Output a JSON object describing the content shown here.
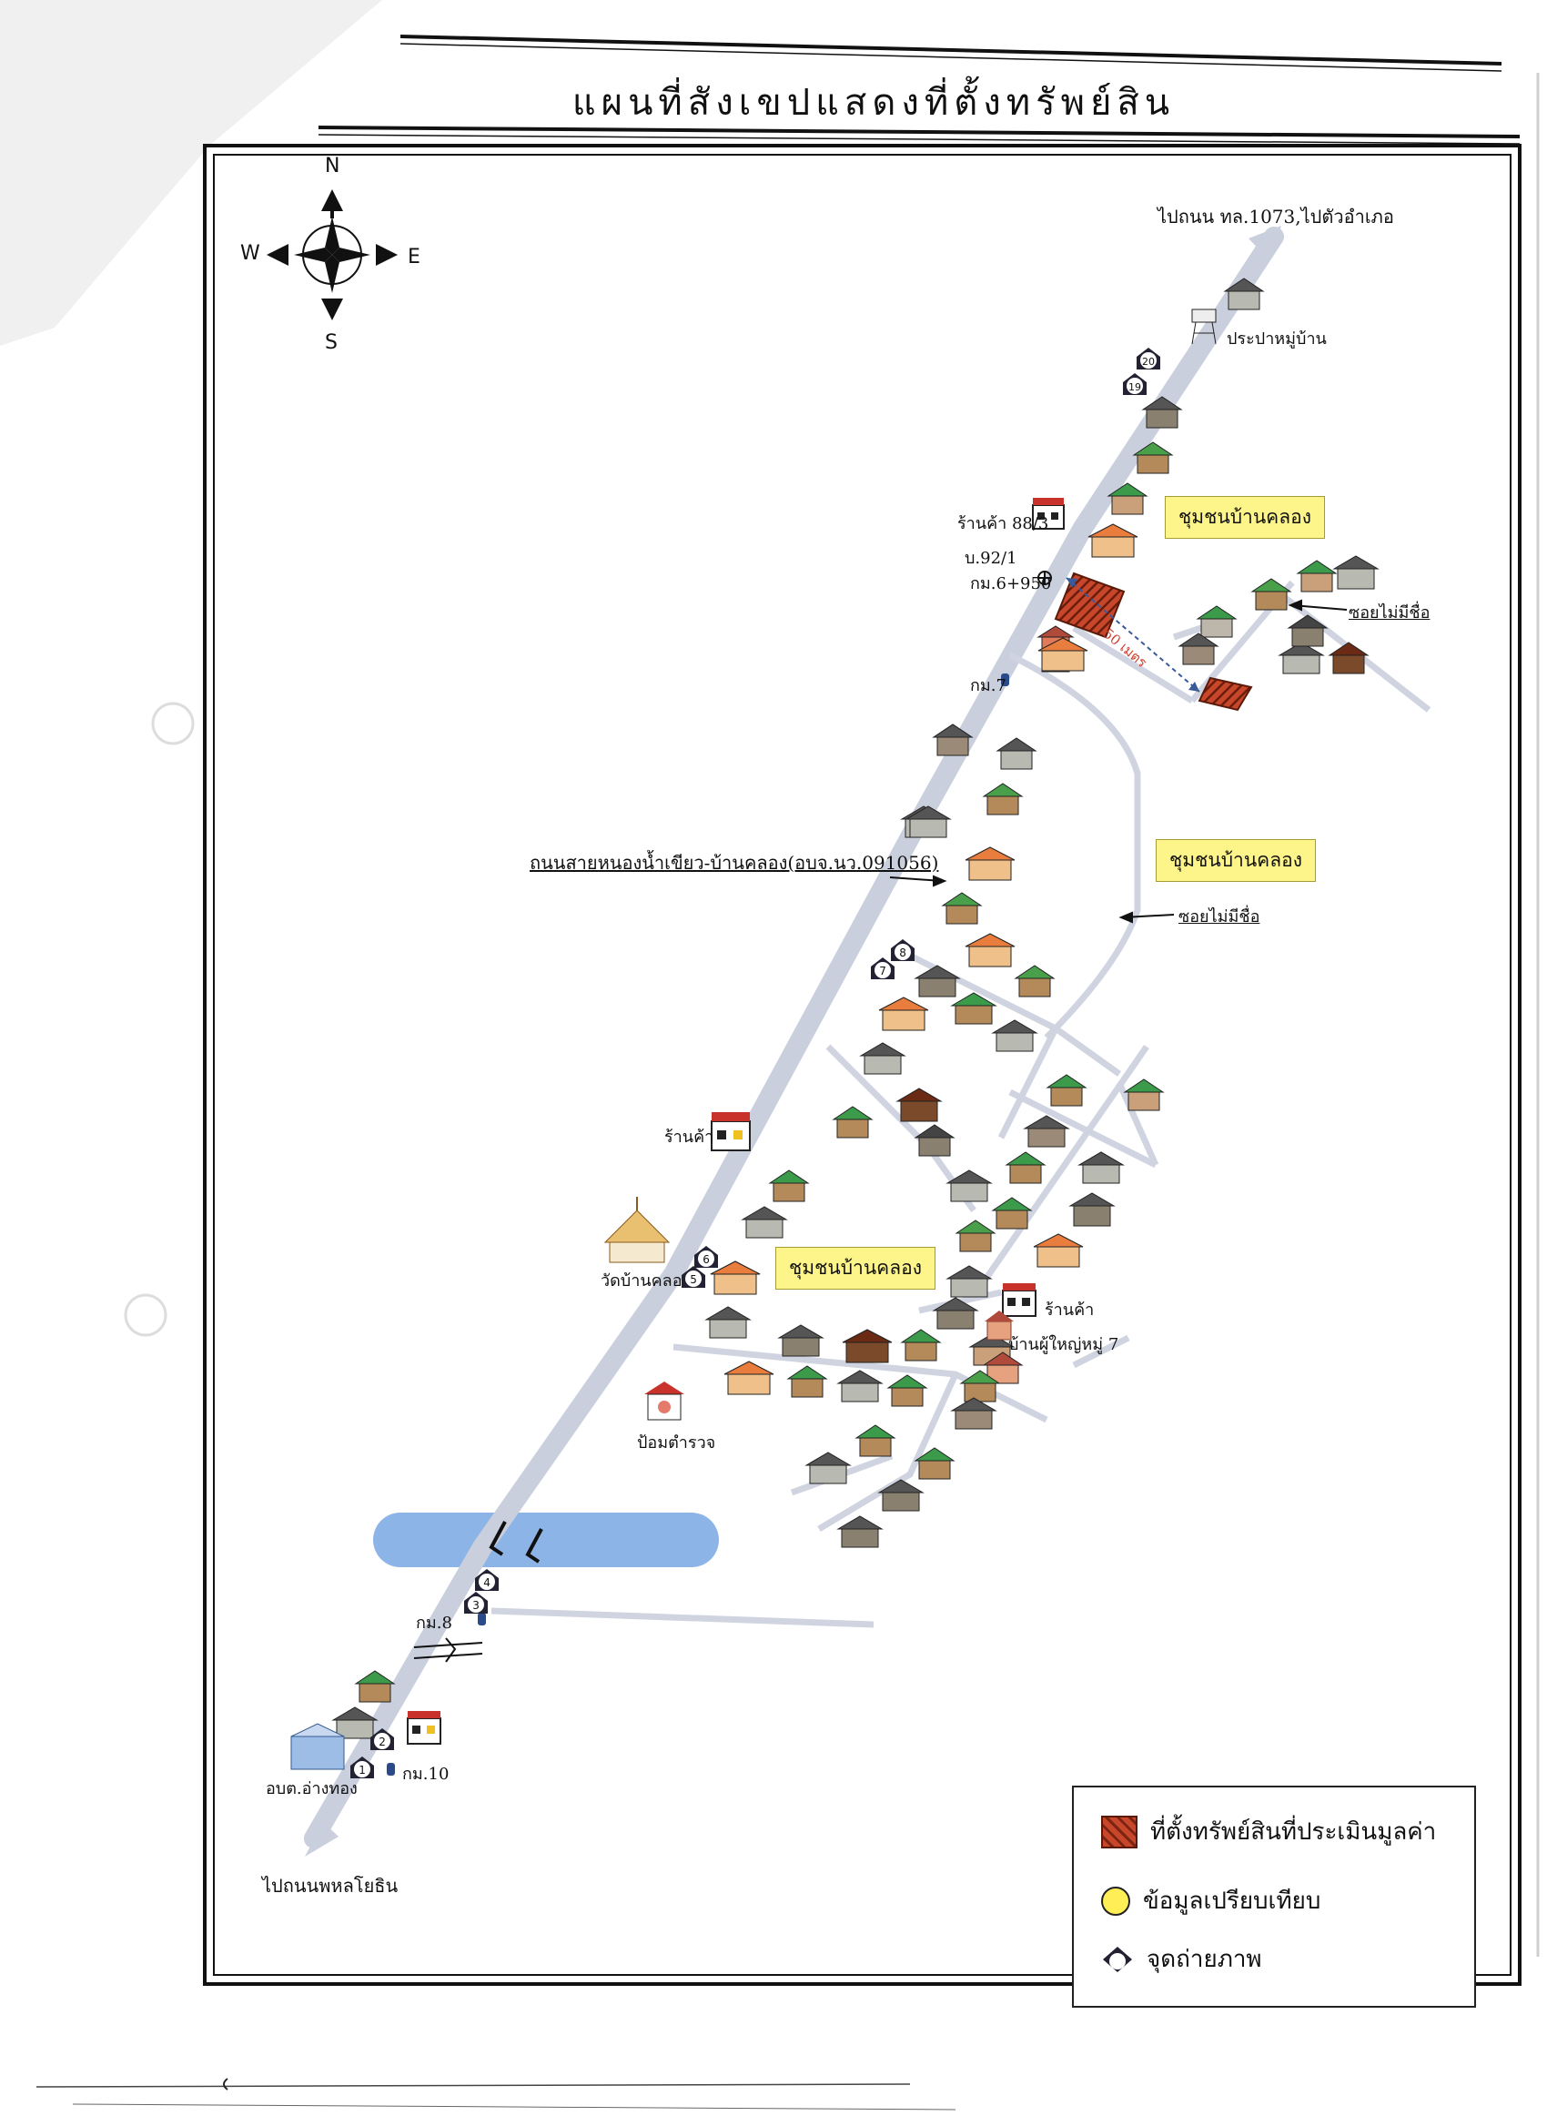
{
  "title": "แผนที่สังเขปแสดงที่ตั้งทรัพย์สิน",
  "compass": {
    "n": "N",
    "s": "S",
    "e": "E",
    "w": "W"
  },
  "labels": {
    "to_district": "ไปถนน ทล.1073,ไปตัวอำเภอ",
    "water_tower": "ประปาหมู่บ้าน",
    "shop_883": "ร้านค้า 88/3",
    "house_921": "บ.92/1",
    "km_6950": "กม.6+950",
    "km7": "กม.7",
    "distance": "50 เมตร",
    "unnamed_soi_1": "ซอยไม่มีชื่อ",
    "unnamed_soi_2": "ซอยไม่มีชื่อ",
    "main_road": "ถนนสายหนองน้ำเขียว-บ้านคลอง(อบจ.นว.091056)",
    "shop_1": "ร้านค้า",
    "temple": "วัดบ้านคลอง",
    "shop_2": "ร้านค้า",
    "village_head": "บ้านผู้ใหญ่หมู่ 7",
    "police_box": "ป้อมตำรวจ",
    "km8": "กม.8",
    "sao": "อบต.อ่างทอง",
    "km10": "กม.10",
    "to_phahonyothin": "ไปถนนพหลโยธิน"
  },
  "communities": [
    "ชุมชนบ้านคลอง",
    "ชุมชนบ้านคลอง",
    "ชุมชนบ้านคลอง"
  ],
  "photo_points": [
    "1",
    "2",
    "3",
    "4",
    "5",
    "6",
    "7",
    "8",
    "19",
    "20"
  ],
  "legend": {
    "asset": "ที่ตั้งทรัพย์สินที่ประเมินมูลค่า",
    "comparison": "ข้อมูลเปรียบเทียบ",
    "photo_point": "จุดถ่ายภาพ"
  },
  "colors": {
    "road": "#c9cfdd",
    "asset": "#c8472a",
    "water": "#8db4e6",
    "community_box": "#fdf48a"
  }
}
